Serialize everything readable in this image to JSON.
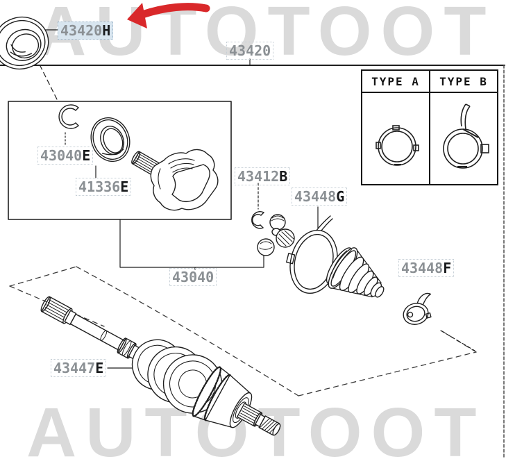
{
  "watermarks": {
    "top": "AUTOTOOT",
    "bottom": "AUTOTOOT"
  },
  "part_labels": {
    "seal_ring": {
      "num": "43420",
      "suffix": "H",
      "highlighted": true
    },
    "shaft_assembly": {
      "num": "43420",
      "suffix": ""
    },
    "inner_snap_ring": {
      "num": "43040",
      "suffix": "E"
    },
    "oil_seal": {
      "num": "41336",
      "suffix": "E"
    },
    "spider_snap_ring": {
      "num": "43412",
      "suffix": "B"
    },
    "boot_clamp_large": {
      "num": "43448",
      "suffix": "G"
    },
    "outer_boot": {
      "num": "43448",
      "suffix": "F"
    },
    "inner_joint_kit": {
      "num": "43040",
      "suffix": ""
    },
    "axle_shaft": {
      "num": "43447",
      "suffix": "E"
    }
  },
  "type_table": {
    "col_a": "TYPE A",
    "col_b": "TYPE B"
  },
  "colors": {
    "highlight_bg": "#d8e5ef",
    "label_gray": "#8b9094",
    "line_black": "#1f1f1f",
    "red_arrow": "#d9282a",
    "watermark_gray": "#dadada"
  }
}
